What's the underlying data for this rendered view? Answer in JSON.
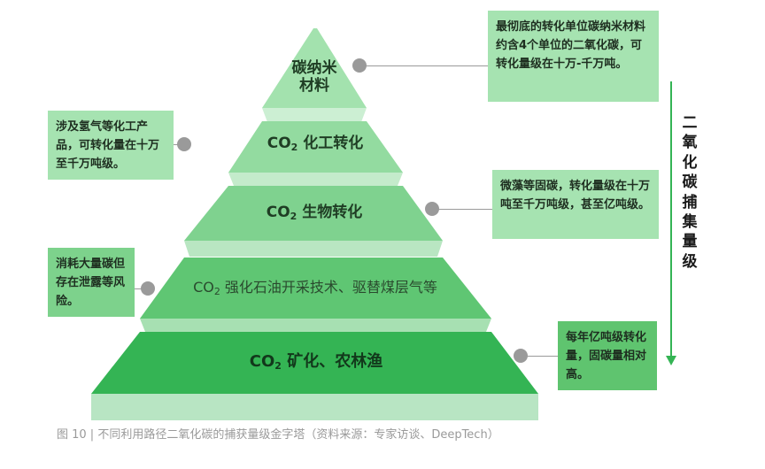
{
  "pyramid": {
    "tiers": [
      {
        "prefix": "碳纳米",
        "sub": "",
        "suffix": "材料"
      },
      {
        "prefix": "CO",
        "sub": "2",
        "suffix": " 化工转化"
      },
      {
        "prefix": "CO",
        "sub": "2",
        "suffix": " 生物转化"
      },
      {
        "prefix": "CO",
        "sub": "2",
        "suffix": " 强化石油开采技术、驱替煤层气等"
      },
      {
        "prefix": "CO",
        "sub": "2",
        "suffix": " 矿化、农林渔"
      }
    ]
  },
  "notes": [
    {
      "text": "最彻底的转化单位碳纳米材料约含4个单位的二氧化碳，可转化量级在十万-千万吨。"
    },
    {
      "text": "涉及氢气等化工产品，可转化量在十万至千万吨级。"
    },
    {
      "text": "微藻等固碳，转化量级在十万吨至千万吨级，甚至亿吨级。"
    },
    {
      "text": "消耗大量碳但存在泄露等风险。"
    },
    {
      "text": "每年亿吨级转化量，固碳量相对高。"
    }
  ],
  "side_title": "二氧化碳捕集量级",
  "caption": "图 10 | 不同利用路径二氧化碳的捕获量级金字塔（资料来源：专家访谈、DeepTech）",
  "colors": {
    "tier_faces": [
      "#a3e2ae",
      "#93dba0",
      "#7fd28f",
      "#5fc673",
      "#34b454"
    ],
    "note_bg": [
      "#a6e3b1",
      "#a6e3b1",
      "#a6e3b1",
      "#7dd28c",
      "#5fc46f"
    ],
    "arrow": "#34b454",
    "connector": "#9a9a9a"
  }
}
